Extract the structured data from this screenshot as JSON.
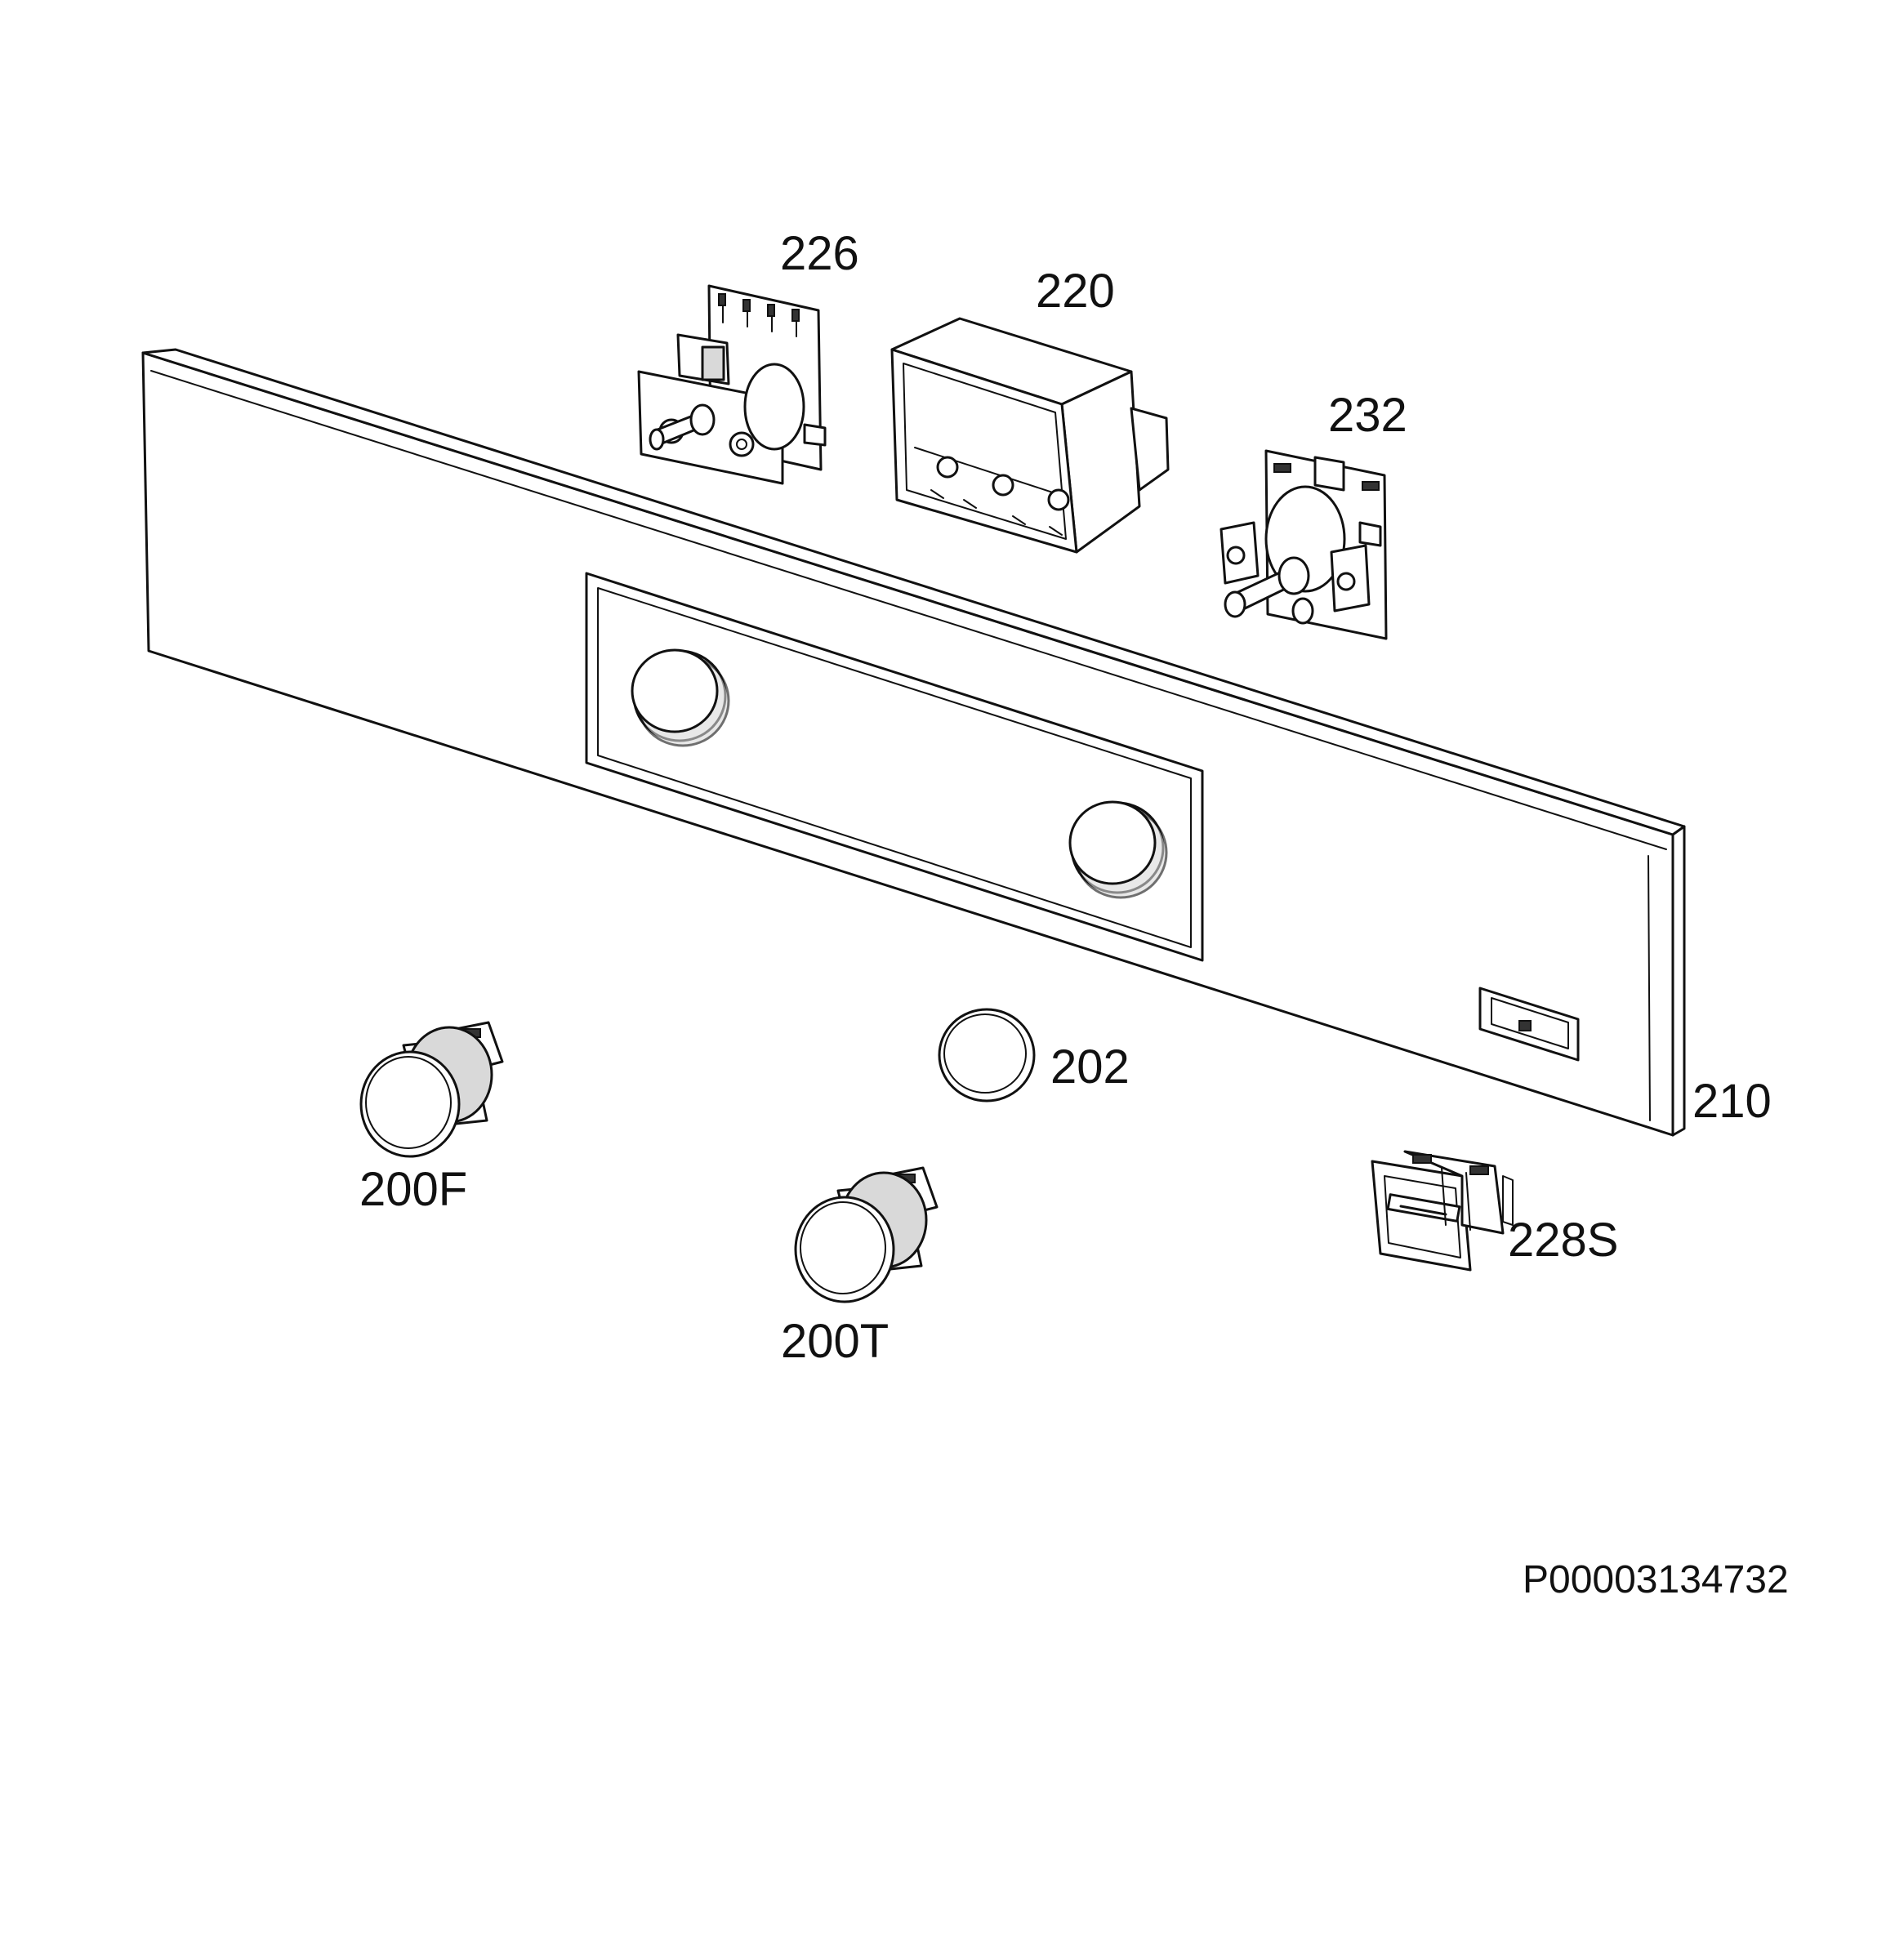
{
  "diagram": {
    "parts": [
      {
        "id": "226",
        "label": "226"
      },
      {
        "id": "220",
        "label": "220"
      },
      {
        "id": "232",
        "label": "232"
      },
      {
        "id": "202",
        "label": "202"
      },
      {
        "id": "210",
        "label": "210"
      },
      {
        "id": "200F",
        "label": "200F"
      },
      {
        "id": "200T",
        "label": "200T"
      },
      {
        "id": "228S",
        "label": "228S"
      }
    ],
    "reference_number": "P00003134732"
  }
}
